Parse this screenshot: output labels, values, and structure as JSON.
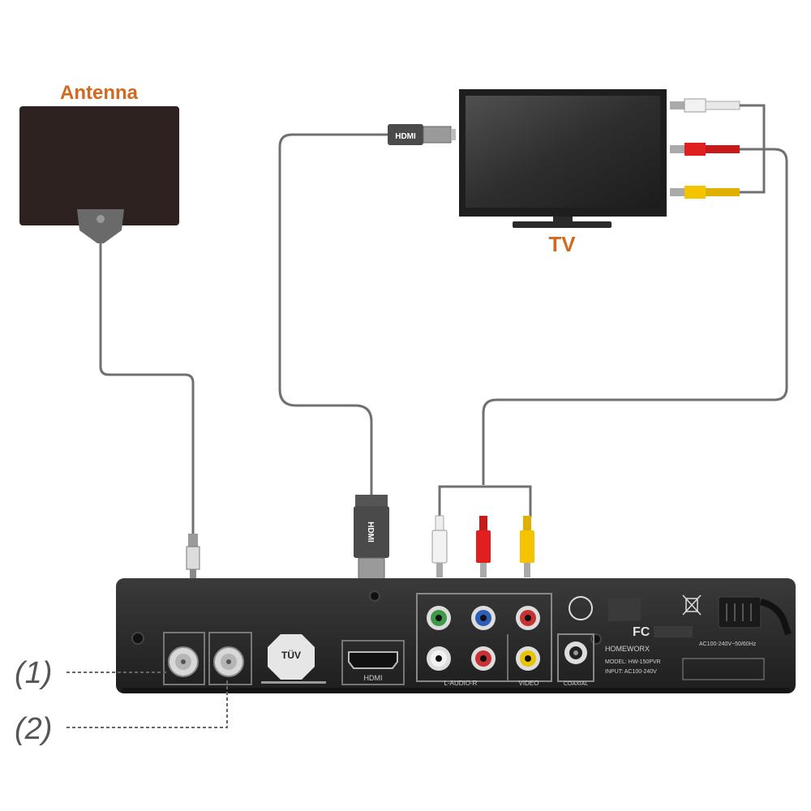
{
  "labels": {
    "antenna": "Antenna",
    "tv": "TV",
    "port1": "(1)",
    "port2": "(2)",
    "hdmi_plug": "HDMI",
    "hdmi_port": "HDMI",
    "audio_label": "L-AUDIO-R",
    "video_label": "VIDEO",
    "coaxial": "COAXIAL",
    "tuv": "TÜV",
    "brand": "HOMEWORX",
    "model_line": "MODEL: HW-150PVR",
    "input_line": "INPUT: AC100-240V",
    "power_line": "AC100-240V~50/60Hz",
    "fc": "FC"
  },
  "colors": {
    "label_orange": "#d2691e",
    "cable_gray": "#707070",
    "rca_white": "#f2f2f2",
    "rca_red": "#e02020",
    "rca_yellow": "#f5c400",
    "box_body": "#2b2b2b",
    "tv_screen": "#3a3a3a"
  },
  "icons": {
    "antenna": "flat-antenna-icon",
    "tv": "television-icon",
    "receiver": "converter-box-icon"
  }
}
